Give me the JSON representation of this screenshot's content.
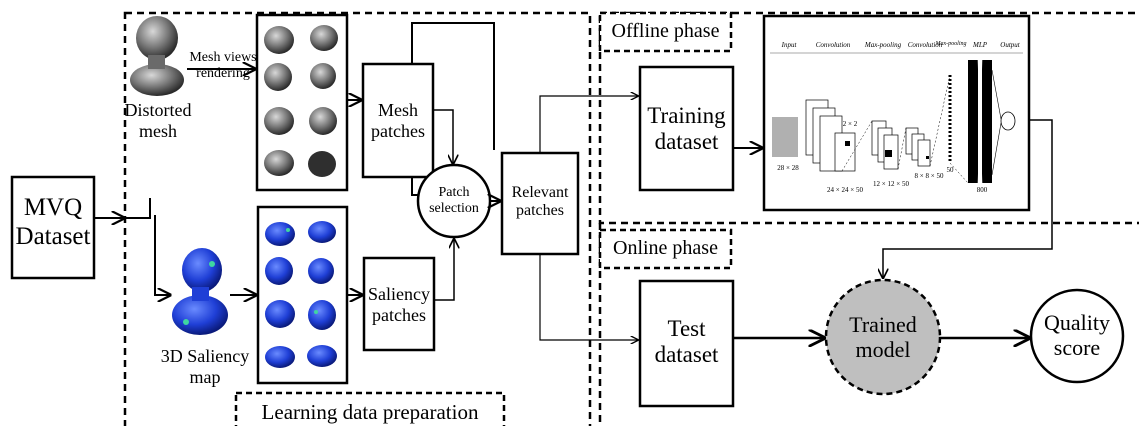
{
  "mvq_dataset": "MVQ\nDataset",
  "prep": {
    "mesh_views_rendering": "Mesh views\nrendering",
    "distorted_mesh": "Distorted\nmesh",
    "saliency_map": "3D Saliency\nmap",
    "mesh_patches": "Mesh\npatches",
    "saliency_patches": "Saliency\npatches",
    "patch_selection": "Patch\nselection",
    "relevant_patches": "Relevant\npatches",
    "section_label": "Learning data preparation"
  },
  "offline": {
    "phase_label": "Offline phase",
    "training_dataset": "Training\ndataset",
    "cnn": {
      "layers": [
        "Input",
        "Convolution",
        "Max-pooling",
        "Convolution",
        "Max-pooling",
        "MLP",
        "Output"
      ],
      "dims": [
        "28 × 28",
        "24 × 24 × 50",
        "12 × 12 × 50",
        "8 × 8 × 50",
        "50",
        "800"
      ],
      "kernel": "2 × 2"
    }
  },
  "online": {
    "phase_label": "Online phase",
    "test_dataset": "Test\ndataset",
    "trained_model": "Trained\nmodel",
    "quality_score": "Quality\nscore"
  },
  "colors": {
    "trained_model_fill": "#bfbfbf",
    "saliency_blue": "#1f3fd6",
    "saliency_green": "#3fd6a0",
    "mesh_gray": "#7a7a7a"
  }
}
